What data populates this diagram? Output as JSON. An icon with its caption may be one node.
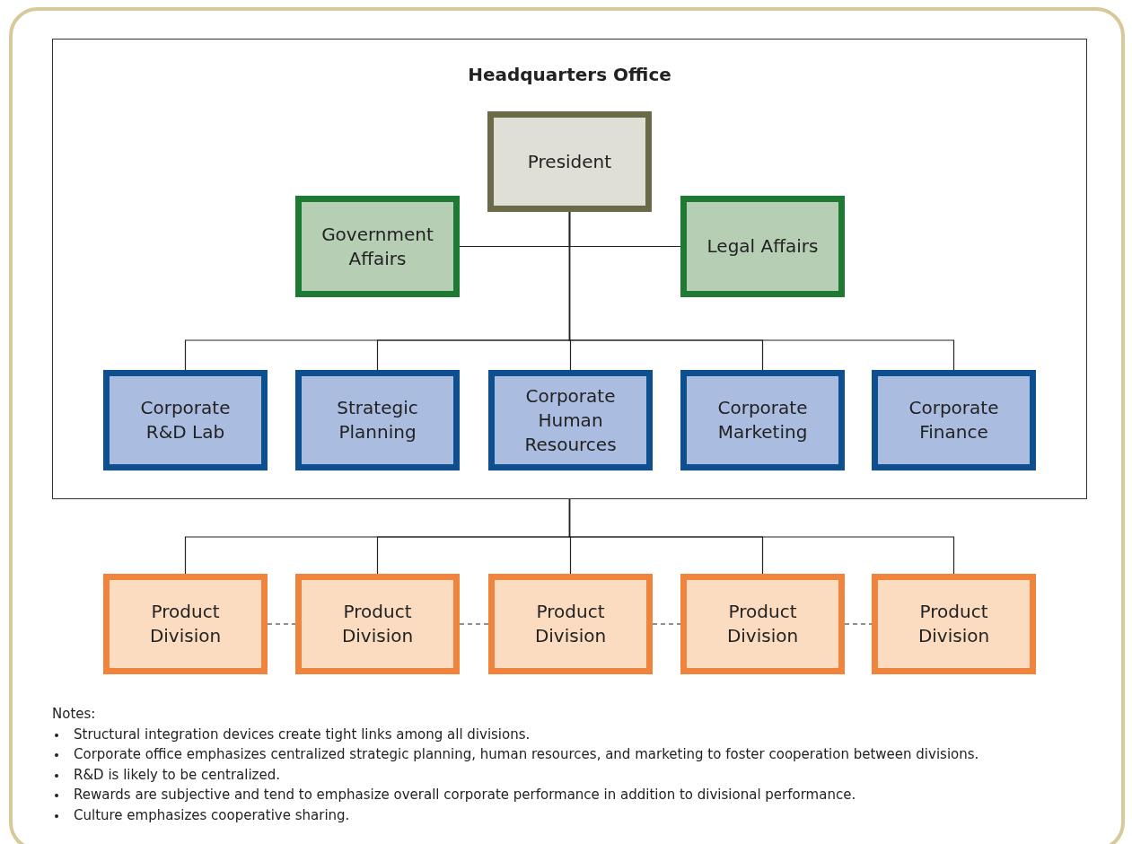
{
  "diagram": {
    "nodes": [
      {
        "text": [
          "Headquarters Office"
        ]
      },
      {
        "text": [
          "President"
        ],
        "in": 0
      },
      {
        "text": [
          "Government Affairs"
        ],
        "in": 0
      },
      {
        "text": [
          "Legal Affairs"
        ],
        "in": 0
      },
      {
        "text": [
          "Corporate R&D Lab"
        ],
        "in": 0
      },
      {
        "text": [
          "Strategic Planning"
        ],
        "in": 0
      },
      {
        "text": [
          "Corporate Human Resources"
        ],
        "in": 0
      },
      {
        "text": [
          "Corporate Marketing"
        ],
        "in": 0
      },
      {
        "text": [
          "Corporate Finance"
        ],
        "in": 0
      },
      {
        "text": [
          "Product Division"
        ]
      },
      {
        "text": [
          "Product Division"
        ]
      },
      {
        "text": [
          "Product Division"
        ]
      },
      {
        "text": [
          "Product Division"
        ]
      },
      {
        "text": [
          "Product Division"
        ]
      }
    ],
    "edges": [
      {
        "from": 1,
        "to": 2,
        "arrow": "none"
      },
      {
        "from": 1,
        "to": 3,
        "arrow": "none"
      },
      {
        "from": 1,
        "to": 4,
        "arrow": "none"
      },
      {
        "from": 1,
        "to": 5,
        "arrow": "none"
      },
      {
        "from": 1,
        "to": 6,
        "arrow": "none"
      },
      {
        "from": 1,
        "to": 7,
        "arrow": "none"
      },
      {
        "from": 1,
        "to": 8,
        "arrow": "none"
      },
      {
        "from": 0,
        "to": 9,
        "arrow": "none"
      },
      {
        "from": 0,
        "to": 10,
        "arrow": "none"
      },
      {
        "from": 0,
        "to": 11,
        "arrow": "none"
      },
      {
        "from": 0,
        "to": 12,
        "arrow": "none"
      },
      {
        "from": 0,
        "to": 13,
        "arrow": "none"
      },
      {
        "from": 9,
        "to": 10,
        "arrow": "none",
        "style": "dashed"
      },
      {
        "from": 10,
        "to": 11,
        "arrow": "none",
        "style": "dashed"
      },
      {
        "from": 11,
        "to": 12,
        "arrow": "none",
        "style": "dashed"
      },
      {
        "from": 12,
        "to": 13,
        "arrow": "none",
        "style": "dashed"
      }
    ],
    "labels": [
      "Notes:",
      "Structural integration devices create tight links among all divisions.",
      "Corporate office emphasizes centralized strategic planning, human resources, and marketing to foster cooperation between divisions.",
      "R&D is likely to be centralized.",
      "Rewards are subjective and tend to emphasize overall corporate performance in addition to divisional performance.",
      "Culture emphasizes cooperative sharing."
    ]
  }
}
